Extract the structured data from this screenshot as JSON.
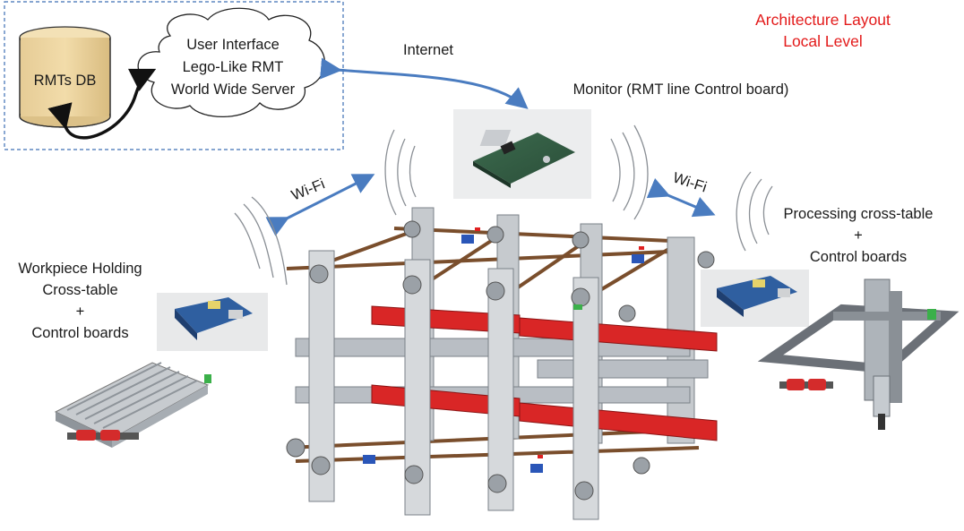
{
  "title": {
    "line1": "Architecture Layout",
    "line2": "Local Level",
    "color": "#e31b1b"
  },
  "db": {
    "label": "RMTs DB"
  },
  "cloud": {
    "line1": "User Interface",
    "line2": "Lego-Like RMT",
    "line3": "World Wide Server"
  },
  "links": {
    "internet": "Internet",
    "wifi_left": "Wi-Fi",
    "wifi_right": "Wi-Fi"
  },
  "monitor": {
    "label": "Monitor (RMT line Control board)",
    "icon": "raspberry-pi-board-icon"
  },
  "workpiece": {
    "line1": "Workpiece Holding",
    "line2": "Cross-table",
    "line3": "+",
    "line4": "Control boards"
  },
  "processing": {
    "line1": "Processing cross-table",
    "line2": "+",
    "line3": "Control boards"
  },
  "colors": {
    "arrow": "#4a7cc0",
    "frame": "#b9bec4",
    "rail": "#d92626",
    "rod": "#7a4e2c",
    "db": "#e8cf98"
  }
}
